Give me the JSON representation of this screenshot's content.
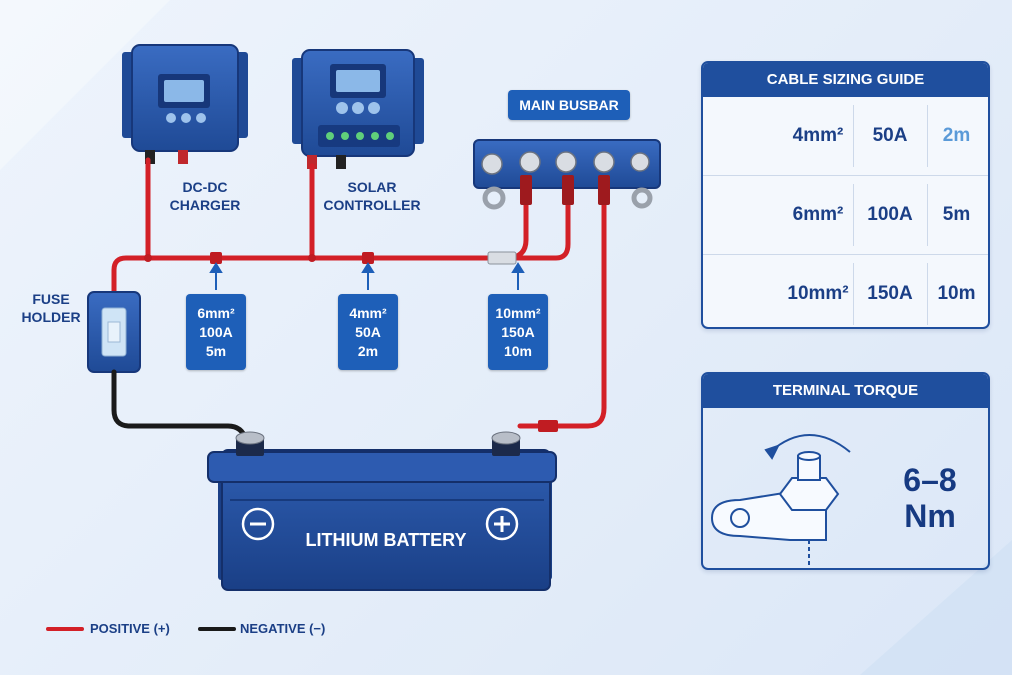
{
  "devices": {
    "dcdc_label": [
      "DC-DC",
      "CHARGER"
    ],
    "solar_label": [
      "SOLAR",
      "CONTROLLER"
    ],
    "fuse_label": [
      "FUSE",
      "HOLDER"
    ],
    "busbar_label": "MAIN BUSBAR",
    "battery_label": "LITHIUM BATTERY"
  },
  "cable_specs": [
    {
      "size": "6mm²",
      "current": "100A",
      "length": "5m"
    },
    {
      "size": "4mm²",
      "current": "50A",
      "length": "2m"
    },
    {
      "size": "10mm²",
      "current": "150A",
      "length": "10m"
    }
  ],
  "cable_guide": {
    "title": "CABLE SIZING GUIDE",
    "rows": [
      {
        "size": "4mm²",
        "current": "50A",
        "length": "2m",
        "color": "#5ab0e8"
      },
      {
        "size": "6mm²",
        "current": "100A",
        "length": "5m",
        "color": "#1e6fd0"
      },
      {
        "size": "10mm²",
        "current": "150A",
        "length": "10m",
        "color": "#0f2f6b"
      }
    ]
  },
  "torque": {
    "title": "TERMINAL TORQUE",
    "value": "6–8",
    "unit": "Nm"
  },
  "legend": {
    "positive": "POSITIVE (+)",
    "negative": "NEGATIVE (−)",
    "positive_color": "#d32027",
    "negative_color": "#1a1a1a"
  },
  "colors": {
    "navy": "#1f4f9e",
    "device": "#2a56a8",
    "positive_wire": "#d32027"
  }
}
